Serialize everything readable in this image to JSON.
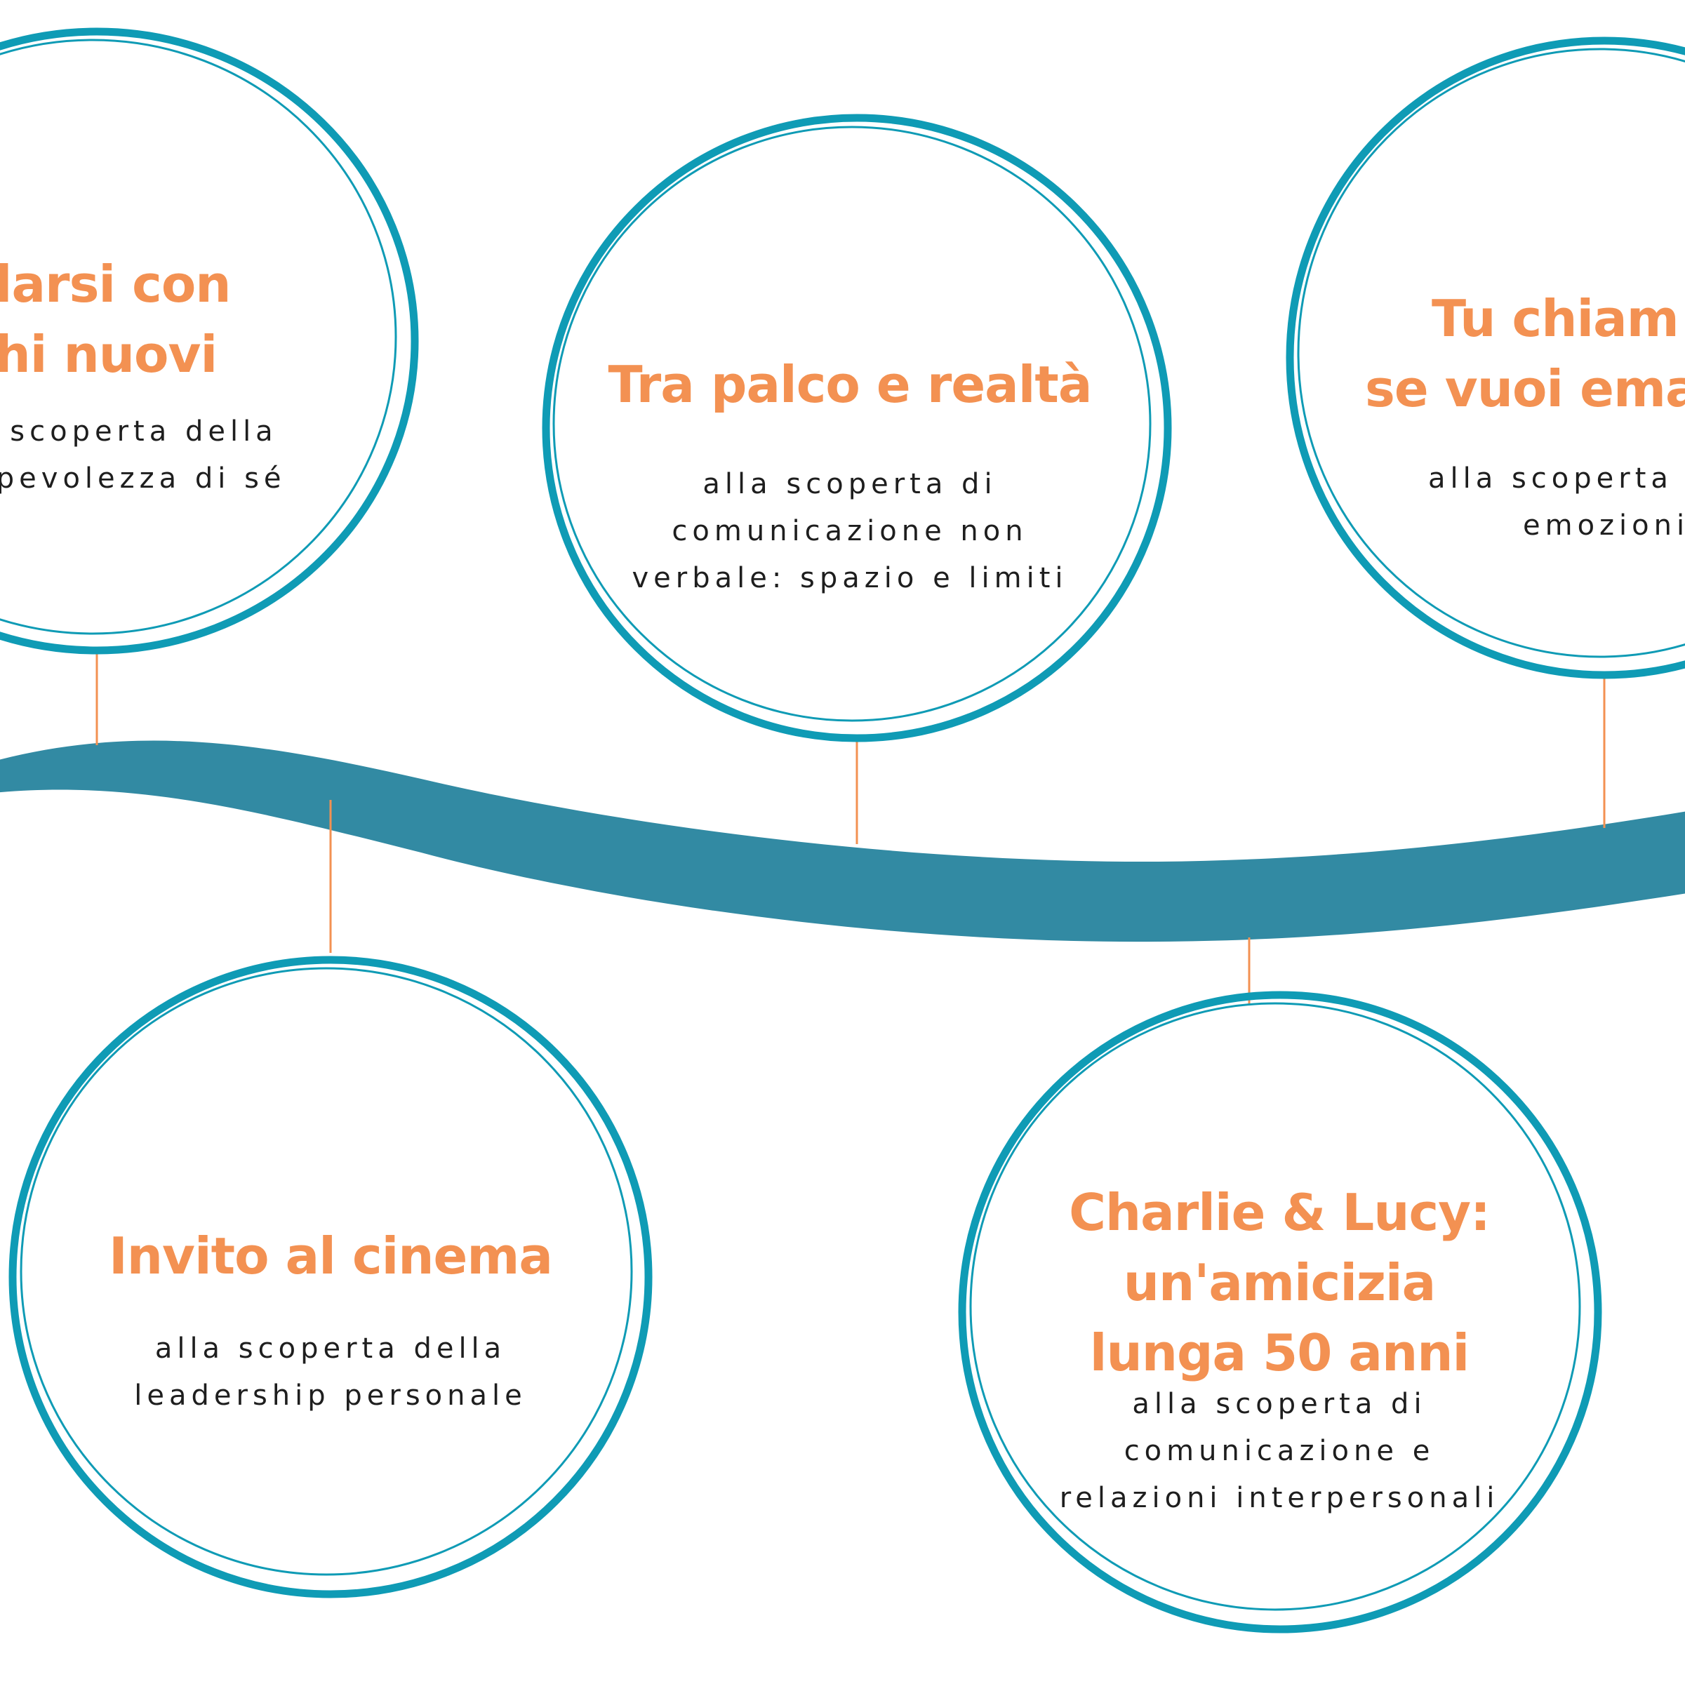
{
  "colors": {
    "ring": "#0f9bb5",
    "wave": "#328aa3",
    "connector": "#f39152",
    "title": "#f39152",
    "description": "#1e1e1e"
  },
  "nodes": [
    {
      "id": "guardarsi",
      "title_lines": [
        "rdarsi con",
        "chi nuovi"
      ],
      "desc_lines": [
        "scoperta della",
        "upevolezza di sé"
      ]
    },
    {
      "id": "palco",
      "title_lines": [
        "Tra palco e realtà"
      ],
      "desc_lines": [
        "alla scoperta di",
        "comunicazione non",
        "verbale: spazio e limiti"
      ]
    },
    {
      "id": "chiamale",
      "title_lines": [
        "Tu chiam",
        "se vuoi ema"
      ],
      "desc_lines": [
        "alla scoperta",
        "emozioni"
      ]
    },
    {
      "id": "cinema",
      "title_lines": [
        "Invito al cinema"
      ],
      "desc_lines": [
        "alla scoperta della",
        "leadership personale"
      ]
    },
    {
      "id": "charlie",
      "title_lines": [
        "Charlie & Lucy:",
        "un'amicizia",
        "lunga 50 anni"
      ],
      "desc_lines": [
        "alla scoperta di",
        "comunicazione e",
        "relazioni interpersonali"
      ]
    }
  ]
}
